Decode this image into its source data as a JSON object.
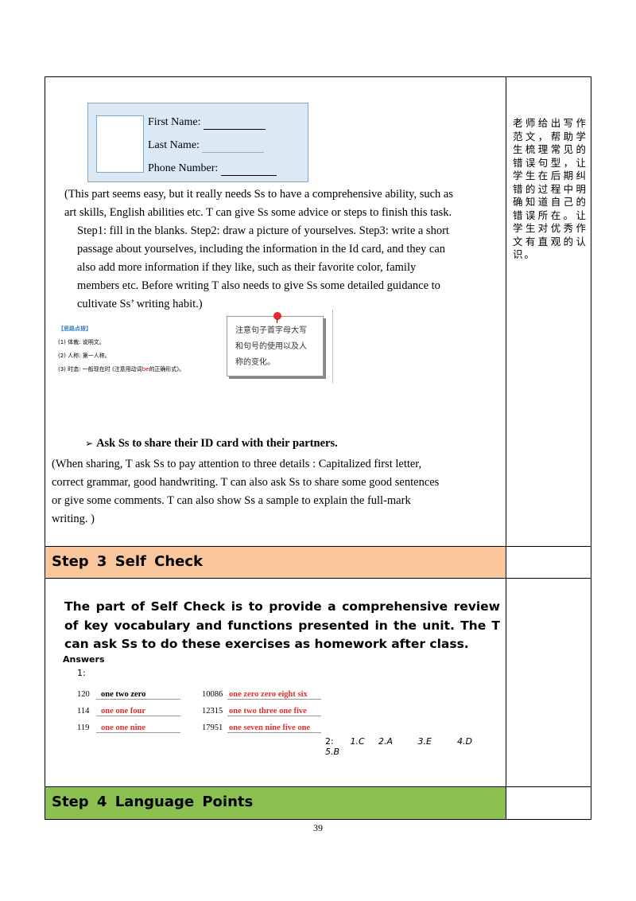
{
  "id_card": {
    "first_name_label": "First Name:",
    "last_name_label": "Last Name:",
    "phone_label": "Phone Number:"
  },
  "note_paragraph": [
    "(This part seems easy, but it really needs Ss to have a comprehensive ability, such as",
    "art skills, English abilities etc. T can give Ss some advice or steps to finish this task.",
    "Step1: fill in the blanks. Step2: draw a picture of yourselves. Step3: write a short",
    "passage about yourselves, including the information in the Id card, and they can",
    "also add more information if they like, such as their favorite color, family",
    "members etc. Before writing T also needs  to give Ss some detailed guidance to",
    "cultivate Ss’ writing habit.)"
  ],
  "writing_tips": {
    "title": "【思路点拨】",
    "line1": "(1) 体裁: 说明文。",
    "line2": "(2) 人称: 第一人称。",
    "line3_pre": "(3) 时态: 一般现在时 (注意用动词",
    "line3_hl": "be",
    "line3_post": "的正确形式)。"
  },
  "sticky_note": {
    "line1": "注意句子首字母大写",
    "line2": "和句号的使用以及人",
    "line3": "称的变化。"
  },
  "share_bullet": "Ask  Ss to share their ID card  with  their  partners.",
  "share_paragraph": [
    "(When sharing, T ask Ss to pay attention to three details : Capitalized first letter,",
    "correct  grammar,  good  handwriting. T can also ask Ss to share some good sentences",
    "or give some comments. T can also show Ss a sample to explain the full-mark",
    "writing. )"
  ],
  "side_note": "老师给出写作范文，帮助学生梳理常见的错误句型，让学生在后期纠错的过程中明确知道自己的错误所在。让学生对优秀作文有直观的认识。",
  "step3": {
    "title": "Step  3  Self  Check",
    "text": "The part of Self Check is to provide a comprehensive review of key vocabulary and functions presented in the unit. The T can ask Ss to do these exercises as homework after class.",
    "answers_label": "Answers",
    "part1_label": "1:",
    "part1": [
      {
        "num": "120",
        "val": "one two zero"
      },
      {
        "num": "114",
        "val": "one one four"
      },
      {
        "num": "119",
        "val": "one one nine"
      },
      {
        "num": "10086",
        "val": "one zero zero eight six"
      },
      {
        "num": "12315",
        "val": "one two three one five"
      },
      {
        "num": "17951",
        "val": "one seven nine five one"
      }
    ],
    "part2_label": "2:",
    "part2": [
      "1.C",
      "2.A",
      "3.E",
      "4.D",
      "5.B"
    ]
  },
  "step4": {
    "title": "Step  4  Language  Points"
  },
  "page_number": "39"
}
